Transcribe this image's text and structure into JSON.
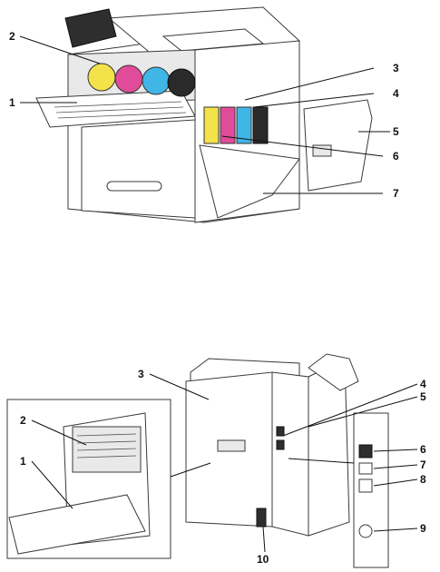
{
  "top_figure": {
    "callouts": [
      "1",
      "2",
      "3",
      "4",
      "5",
      "6",
      "7"
    ],
    "colors": {
      "yellow": "#f3e24a",
      "magenta": "#e04c9a",
      "cyan": "#3fb6e6",
      "black": "#2a2a2a"
    }
  },
  "bottom_figure": {
    "callouts": [
      "1",
      "2",
      "3",
      "4",
      "5",
      "6",
      "7",
      "8",
      "9",
      "10"
    ]
  }
}
